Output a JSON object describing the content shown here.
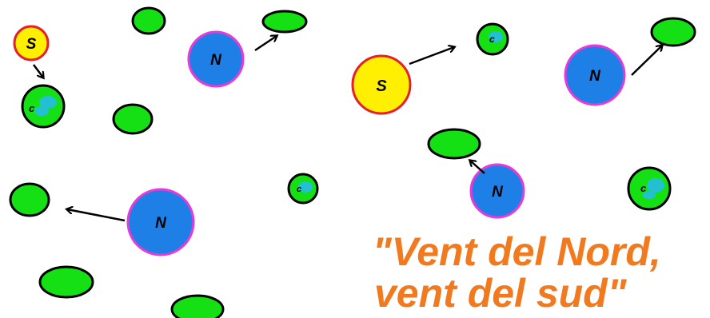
{
  "colors": {
    "background": "#ffffff",
    "planet_fill": "#14e014",
    "planet_stroke": "#000000",
    "north_fill": "#1e7fe6",
    "north_stroke": "#e83ad8",
    "south_fill": "#ffef00",
    "south_stroke": "#e5202a",
    "cloud_fill": "#23c0d2",
    "arrow": "#000000",
    "title": "#f27a1e"
  },
  "labels": {
    "north": "N",
    "south": "S",
    "cloud": "c"
  },
  "title": {
    "line1": "\"Vent del Nord,",
    "line2": "vent del sud\""
  }
}
